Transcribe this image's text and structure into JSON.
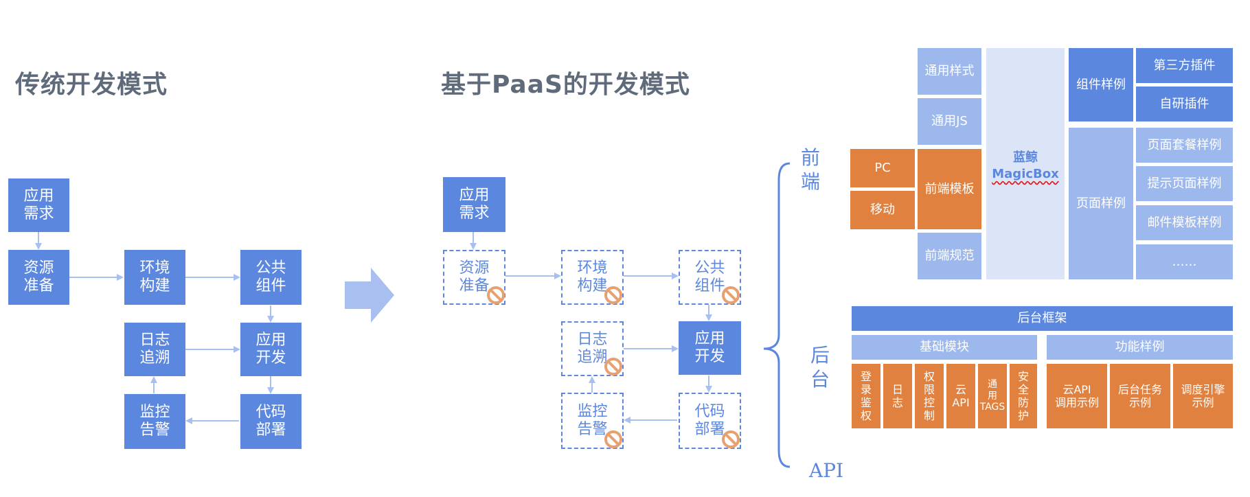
{
  "traditional": {
    "title": "传统开发模式",
    "nodes": {
      "app_req": "应用\n需求",
      "resource": "资源\n准备",
      "env": "环境\n构建",
      "common": "公共\n组件",
      "log": "日志\n追溯",
      "dev": "应用\n开发",
      "monitor": "监控\n告警",
      "deploy": "代码\n部署"
    }
  },
  "paas": {
    "title": "基于PaaS的开发模式",
    "nodes": {
      "app_req": "应用\n需求",
      "resource": "资源\n准备",
      "env": "环境\n构建",
      "common": "公共\n组件",
      "log": "日志\n追溯",
      "dev": "应用\n开发",
      "monitor": "监控\n告警",
      "deploy": "代码\n部署"
    }
  },
  "architecture": {
    "frontend_label": "前\n端",
    "backend_label": "后\n台",
    "api_label": "API",
    "frontend": {
      "common_style": "通用样式",
      "common_js": "通用JS",
      "pc": "PC",
      "mobile": "移动",
      "template": "前端模板",
      "spec": "前端规范",
      "magicbox_line1": "蓝鲸",
      "magicbox_line2": "MagicBox",
      "component_sample": "组件样例",
      "third_party": "第三方插件",
      "self_dev": "自研插件",
      "page_sample": "页面样例",
      "page_set": "页面套餐样例",
      "prompt_page": "提示页面样例",
      "mail_template": "邮件模板样例",
      "more": "……"
    },
    "backend": {
      "framework": "后台框架",
      "basic_modules": "基础模块",
      "function_samples": "功能样例",
      "modules": [
        "登\n录\n鉴\n权",
        "日\n志",
        "权\n限\n控\n制",
        "云\nAPI",
        "通\n用\nTAGS",
        "安\n全\n防\n护"
      ],
      "samples": [
        "云API\n调用示例",
        "后台任务\n示例",
        "调度引擎\n示例"
      ]
    }
  },
  "colors": {
    "primary": "#5b87de",
    "light": "#9db8ec",
    "pale": "#dce5f7",
    "orange": "#e0813f",
    "title": "#5f6b7a",
    "arrow": "#a9bff0",
    "ban": "#e8a070"
  }
}
